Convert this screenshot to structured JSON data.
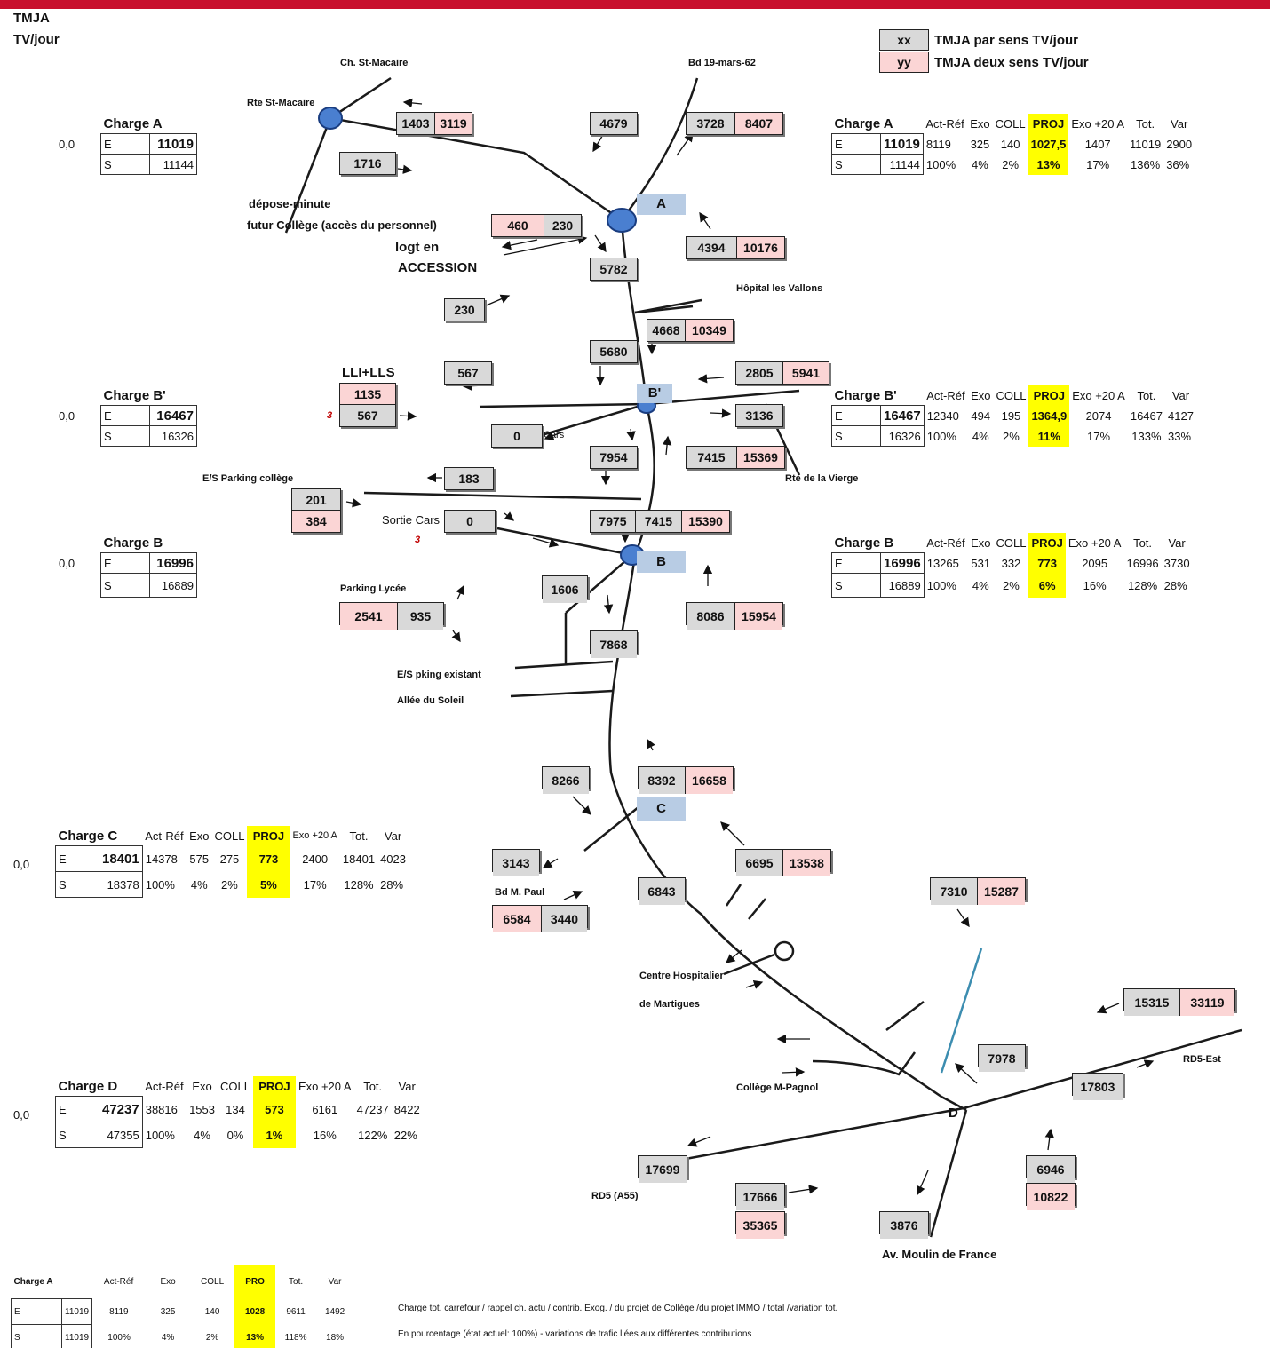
{
  "header": {
    "title": "TMJA",
    "unit": "TV/jour"
  },
  "legend": {
    "per_dir": {
      "swatch": "xx",
      "label": "TMJA par sens TV/jour",
      "color": "#d9d9d9"
    },
    "two_dir": {
      "swatch": "yy",
      "label": "TMJA deux sens TV/jour",
      "color": "#fbd5d5"
    }
  },
  "places": {
    "ch_st_macaire": "Ch. St-Macaire",
    "bd_19_mars": "Bd 19-mars-62",
    "rte_st_macaire": "Rte St-Macaire",
    "depose_minute": "dépose-minute",
    "futur_college": "futur Collège (accès du personnel)",
    "logt_en": "logt en",
    "accession": "ACCESSION",
    "hopital_vallons": "Hôpital les Vallons",
    "lli_lls": "LLI+LLS",
    "cars": "Cars",
    "rte_vierge": "Rte de la Vierge",
    "es_parking_college": "E/S Parking collège",
    "sortie_cars": "Sortie Cars",
    "parking_lycee": "Parking Lycée",
    "es_pking_existant": "E/S pking existant",
    "allee_soleil": "Allée du Soleil",
    "bd_m_paul": "Bd M. Paul",
    "centre_hosp_1": "Centre Hospitalier",
    "centre_hosp_2": "de Martigues",
    "college_pagnol": "Collège M-Pagnol",
    "rd5_est": "RD5-Est",
    "rd5_a55": "RD5 (A55)",
    "av_moulin": "Av. Moulin de France",
    "small_3a": "3",
    "small_3b": "3"
  },
  "nodes": {
    "A": "A",
    "Bp": "B'",
    "B": "B",
    "C": "C",
    "D": "D"
  },
  "zeros": {
    "a": "0,0",
    "bp": "0,0",
    "b": "0,0",
    "c": "0,0",
    "d": "0,0"
  },
  "counts": {
    "c1403": "1403",
    "c3119": "3119",
    "c4679": "4679",
    "c3728": "3728",
    "c8407": "8407",
    "c1716": "1716",
    "c460": "460",
    "c230a": "230",
    "c4394": "4394",
    "c10176": "10176",
    "c5782": "5782",
    "c230b": "230",
    "c4668": "4668",
    "c10349": "10349",
    "c5680": "5680",
    "c567a": "567",
    "c1135": "1135",
    "c567b": "567",
    "c2805": "2805",
    "c5941": "5941",
    "c3136": "3136",
    "c0a": "0",
    "c7954": "7954",
    "c7415a": "7415",
    "c15369": "15369",
    "c183": "183",
    "c201": "201",
    "c384": "384",
    "c0b": "0",
    "c7975": "7975",
    "c7415b": "7415",
    "c15390": "15390",
    "c1606": "1606",
    "c2541": "2541",
    "c935": "935",
    "c8086": "8086",
    "c15954": "15954",
    "c7868": "7868",
    "c8266": "8266",
    "c8392": "8392",
    "c16658": "16658",
    "c3143": "3143",
    "c6695": "6695",
    "c13538": "13538",
    "c6843": "6843",
    "c6584": "6584",
    "c3440": "3440",
    "c7310": "7310",
    "c15287": "15287",
    "c15315": "15315",
    "c33119": "33119",
    "c7978": "7978",
    "c17803": "17803",
    "c17699": "17699",
    "c17666": "17666",
    "c35365": "35365",
    "c6946": "6946",
    "c10822": "10822",
    "c3876": "3876"
  },
  "charges": {
    "A": {
      "title": "Charge A",
      "E": "11019",
      "S": "11144"
    },
    "Bp": {
      "title": "Charge B'",
      "E": "16467",
      "S": "16326"
    },
    "B": {
      "title": "Charge B",
      "E": "16996",
      "S": "16889"
    }
  },
  "detail_tables": {
    "A": {
      "title": "Charge A",
      "headers": [
        "Act-Réf",
        "Exo",
        "COLL",
        "PROJ",
        "Exo +20 A",
        "Tot.",
        "Var"
      ],
      "E": [
        "E",
        "11019",
        "8119",
        "325",
        "140",
        "1027,5",
        "1407",
        "11019",
        "2900"
      ],
      "S": [
        "S",
        "11144",
        "100%",
        "4%",
        "2%",
        "13%",
        "17%",
        "136%",
        "36%"
      ]
    },
    "Bp": {
      "title": "Charge B'",
      "headers": [
        "Act-Réf",
        "Exo",
        "COLL",
        "PROJ",
        "Exo +20 A",
        "Tot.",
        "Var"
      ],
      "E": [
        "E",
        "16467",
        "12340",
        "494",
        "195",
        "1364,9",
        "2074",
        "16467",
        "4127"
      ],
      "S": [
        "S",
        "16326",
        "100%",
        "4%",
        "2%",
        "11%",
        "17%",
        "133%",
        "33%"
      ]
    },
    "B": {
      "title": "Charge B",
      "headers": [
        "Act-Réf",
        "Exo",
        "COLL",
        "PROJ",
        "Exo +20 A",
        "Tot.",
        "Var"
      ],
      "E": [
        "E",
        "16996",
        "13265",
        "531",
        "332",
        "773",
        "2095",
        "16996",
        "3730"
      ],
      "S": [
        "S",
        "16889",
        "100%",
        "4%",
        "2%",
        "6%",
        "16%",
        "128%",
        "28%"
      ]
    },
    "C": {
      "title": "Charge C",
      "headers": [
        "Act-Réf",
        "Exo",
        "COLL",
        "PROJ",
        "Exo +20 A",
        "Tot.",
        "Var"
      ],
      "E": [
        "E",
        "18401",
        "14378",
        "575",
        "275",
        "773",
        "2400",
        "18401",
        "4023"
      ],
      "S": [
        "S",
        "18378",
        "100%",
        "4%",
        "2%",
        "5%",
        "17%",
        "128%",
        "28%"
      ]
    },
    "D": {
      "title": "Charge D",
      "headers": [
        "Act-Réf",
        "Exo",
        "COLL",
        "PROJ",
        "Exo +20 A",
        "Tot.",
        "Var"
      ],
      "E": [
        "E",
        "47237",
        "38816",
        "1553",
        "134",
        "573",
        "6161",
        "47237",
        "8422"
      ],
      "S": [
        "S",
        "47355",
        "100%",
        "4%",
        "0%",
        "1%",
        "16%",
        "122%",
        "22%"
      ]
    }
  },
  "footer_table": {
    "title": "Charge A",
    "headers": [
      "Act-Réf",
      "Exo",
      "COLL",
      "PRO",
      "Tot.",
      "Var"
    ],
    "E": [
      "E",
      "11019",
      "8119",
      "325",
      "140",
      "1028",
      "9611",
      "1492"
    ],
    "S": [
      "S",
      "11019",
      "100%",
      "4%",
      "2%",
      "13%",
      "118%",
      "18%"
    ],
    "note1": "Charge tot. carrefour / rappel ch. actu / contrib. Exog. / du projet de Collège /du projet IMMO / total /variation tot.",
    "note2": "En pourcentage (état actuel: 100%) - variations de trafic liées aux différentes contributions"
  },
  "colors": {
    "road": "#1a1a1a",
    "node": "#4a7fd0",
    "nodeLabel": "#b8cce4",
    "highlight": "#ffff00",
    "teal": "#3c8db0",
    "header": "#c8102e"
  }
}
